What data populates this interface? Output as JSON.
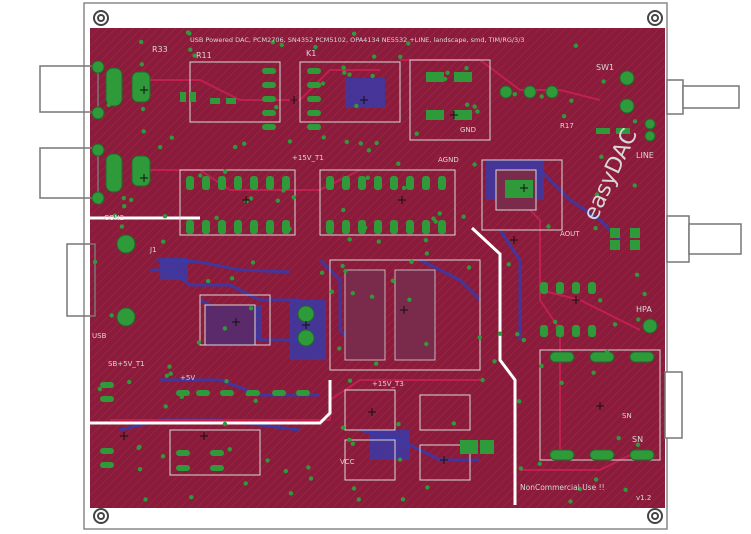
{
  "board": {
    "title": "USB Powered DAC, PCM2706, SN4352 PCM5102, OPA4134 NE5532 +LINE, landscape, smd, TIM/RG/3/3",
    "brand": "easyDAC",
    "footer_left": "NonCommercial Use !!",
    "version": "v1.2"
  },
  "labels": {
    "r33": "R33",
    "r11": "R11",
    "k1": "K1",
    "sw1": "SW1",
    "r17": "R17",
    "line": "LINE",
    "con2": "CON2",
    "usb": "USB",
    "hpa": "HPA",
    "sn": "SN",
    "agnd": "AGND",
    "vdd1": "+15V_T1",
    "vdd2": "+15V_T3",
    "gnd2": "GND",
    "vcc": "VCC",
    "sn_label": "SN",
    "p5v": "+5V",
    "aout": "AOUT",
    "j1": "J1",
    "sb": "SB+5V_T1"
  },
  "colors": {
    "board_bg": "#8a1b3a",
    "copper_top": "#9c1540",
    "copper_bottom": "#3a3aa8",
    "pad": "#2f9a3a",
    "via": "#2f9a3a",
    "silkscreen": "#d8d8d8",
    "outline": "#888888"
  }
}
